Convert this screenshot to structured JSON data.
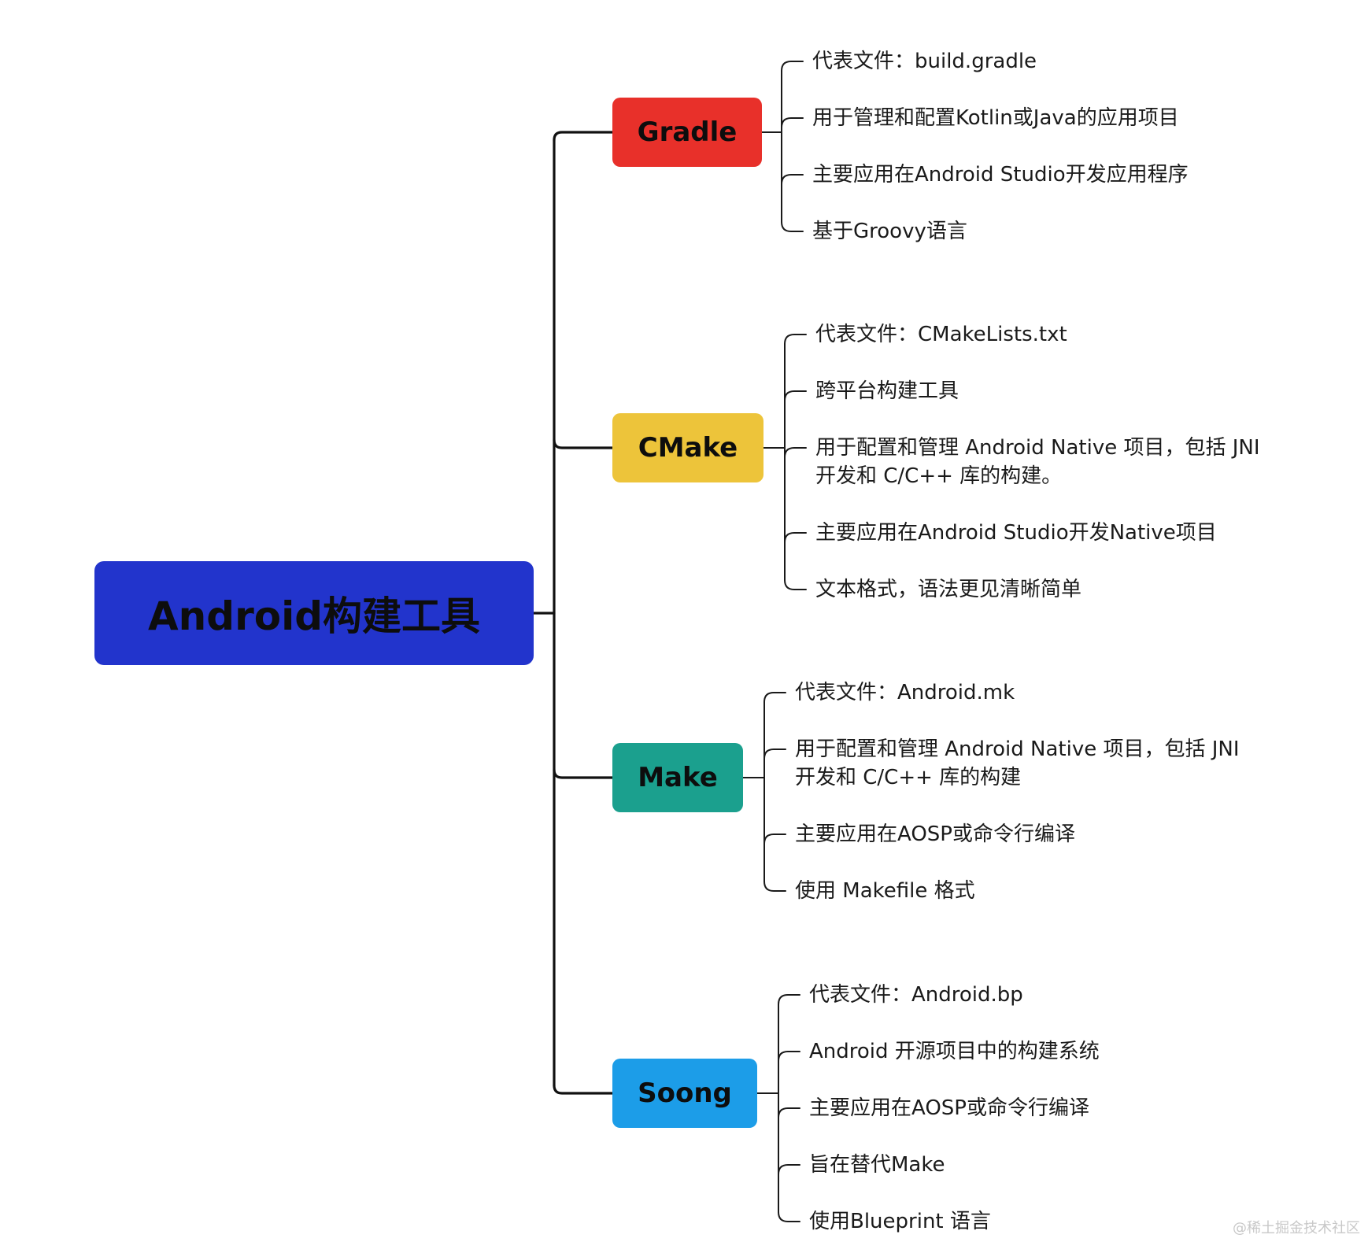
{
  "root": {
    "label": "Android构建工具",
    "color": "#2234cc"
  },
  "branches": [
    {
      "key": "gradle",
      "label": "Gradle",
      "color": "#e8302a",
      "leaves": [
        [
          "代表文件：build.gradle"
        ],
        [
          "用于管理和配置Kotlin或Java的应用项目"
        ],
        [
          "主要应用在Android Studio开发应用程序"
        ],
        [
          "基于Groovy语言"
        ]
      ]
    },
    {
      "key": "cmake",
      "label": "CMake",
      "color": "#edc43a",
      "leaves": [
        [
          "代表文件：CMakeLists.txt"
        ],
        [
          "跨平台构建工具"
        ],
        [
          "用于配置和管理 Android Native 项目，包括 JNI",
          "开发和 C/C++ 库的构建。"
        ],
        [
          "主要应用在Android Studio开发Native项目"
        ],
        [
          "文本格式，语法更见清晰简单"
        ]
      ]
    },
    {
      "key": "make",
      "label": "Make",
      "color": "#1ba08e",
      "leaves": [
        [
          "代表文件：Android.mk"
        ],
        [
          "用于配置和管理 Android Native 项目，包括 JNI",
          "开发和 C/C++ 库的构建"
        ],
        [
          "主要应用在AOSP或命令行编译"
        ],
        [
          "使用 Makefile 格式"
        ]
      ]
    },
    {
      "key": "soong",
      "label": "Soong",
      "color": "#1c9de8",
      "leaves": [
        [
          "代表文件：Android.bp"
        ],
        [
          "Android 开源项目中的构建系统"
        ],
        [
          "主要应用在AOSP或命令行编译"
        ],
        [
          "旨在替代Make"
        ],
        [
          "使用Blueprint 语言"
        ]
      ]
    }
  ],
  "watermark": "@稀土掘金技术社区"
}
